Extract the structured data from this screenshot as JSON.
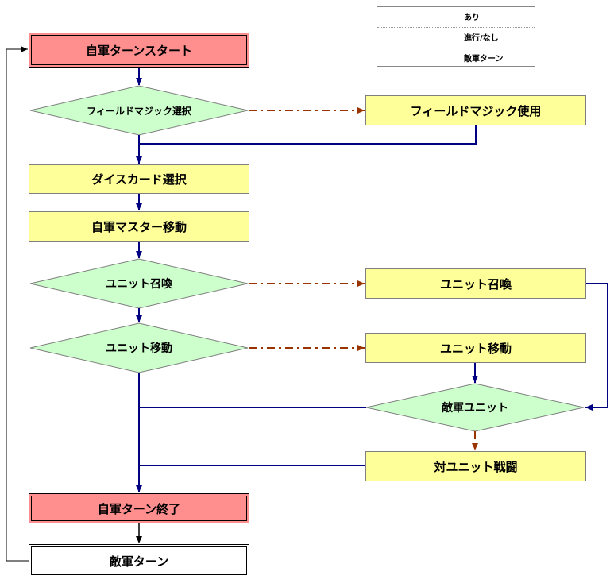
{
  "legend": {
    "yes": "あり",
    "proceed": "進行/なし",
    "enemy_turn": "敵軍ターン"
  },
  "nodes": {
    "start": "自軍ターンスタート",
    "field_magic_select": "フィールドマジック選択",
    "field_magic_use": "フィールドマジック使用",
    "dice_card_select": "ダイスカード選択",
    "master_move": "自軍マスター移動",
    "unit_summon_q": "ユニット召喚",
    "unit_summon": "ユニット召喚",
    "unit_move_q": "ユニット移動",
    "unit_move": "ユニット移動",
    "enemy_unit_q": "敵軍ユニット",
    "vs_unit_battle": "対ユニット戦闘",
    "end": "自軍ターン終了",
    "enemy_turn": "敵軍ターン"
  },
  "colors": {
    "process_fill": "#ffff99",
    "decision_fill": "#ccffcc",
    "terminal_fill": "#ff8e8e",
    "proceed_line": "#000080",
    "yes_line": "#993300",
    "enemy_line": "#000000"
  }
}
